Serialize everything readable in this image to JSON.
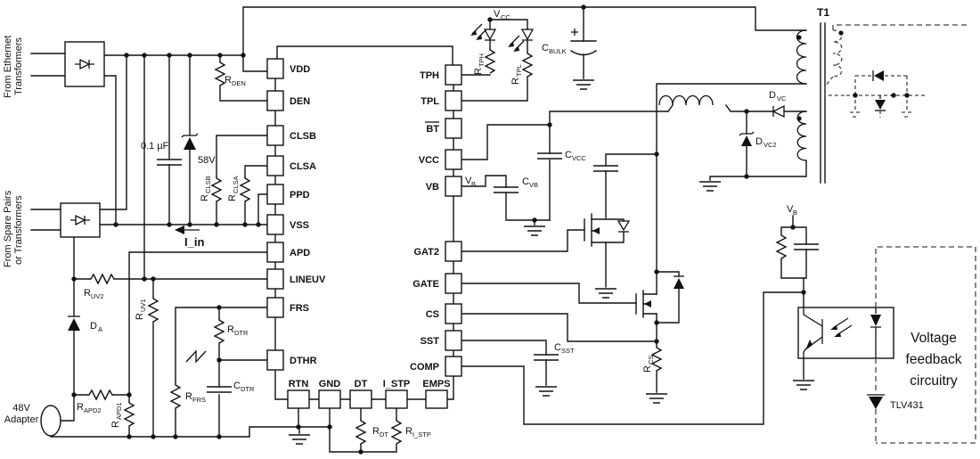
{
  "colors": {
    "ink": "#111111",
    "background": "#ffffff"
  },
  "ic": {
    "left_pins": [
      "VDD",
      "DEN",
      "CLSB",
      "CLSA",
      "PPD",
      "VSS",
      "APD",
      "LINEUV",
      "FRS",
      "DTHR"
    ],
    "right_pins": [
      "TPH",
      "TPL",
      "BT",
      "VCC",
      "VB",
      "GAT2",
      "GATE",
      "CS",
      "SST",
      "COMP"
    ],
    "bottom_pins": [
      "RTN",
      "GND",
      "DT",
      "I_STP",
      "EMPS"
    ]
  },
  "labels": {
    "from_ethernet_1": "From Ethernet",
    "from_ethernet_2": "Transformers",
    "from_spare_1": "From Spare Pairs",
    "from_spare_2": "or Transformers",
    "adapter_1": "48V",
    "adapter_2": "Adapter",
    "i_in": "I_in",
    "cap_input": "0.1 µF",
    "tvs": "58V",
    "t1": "T1",
    "tlv431": "TLV431",
    "feedback_1": "Voltage",
    "feedback_2": "feedback",
    "feedback_3": "circuitry",
    "r_den": {
      "pre": "R",
      "sub": "DEN"
    },
    "r_clsb": {
      "pre": "R",
      "sub": "CLSB"
    },
    "r_clsa": {
      "pre": "R",
      "sub": "CLSA"
    },
    "r_uv2": {
      "pre": "R",
      "sub": "UV2"
    },
    "r_uv1": {
      "pre": "R",
      "sub": "UV1"
    },
    "d_a": {
      "pre": "D",
      "sub": "A"
    },
    "r_apd2": {
      "pre": "R",
      "sub": "APD2"
    },
    "r_apd1": {
      "pre": "R",
      "sub": "APD1"
    },
    "r_dtr": {
      "pre": "R",
      "sub": "DTR"
    },
    "r_frs": {
      "pre": "R",
      "sub": "FRS"
    },
    "c_dtr": {
      "pre": "C",
      "sub": "DTR"
    },
    "r_dt": {
      "pre": "R",
      "sub": "DT"
    },
    "r_i_stp": {
      "pre": "R",
      "sub": "I_STP"
    },
    "v_cc": {
      "pre": "V",
      "sub": "CC"
    },
    "r_tph": {
      "pre": "R",
      "sub": "TPH"
    },
    "r_tpl": {
      "pre": "R",
      "sub": "TPL"
    },
    "c_bulk": {
      "pre": "C",
      "sub": "BULK"
    },
    "d_vc": {
      "pre": "D",
      "sub": "VC"
    },
    "d_vc2": {
      "pre": "D",
      "sub": "VC2"
    },
    "c_vcc": {
      "pre": "C",
      "sub": "VCC"
    },
    "c_vb": {
      "pre": "C",
      "sub": "VB"
    },
    "v_b": {
      "pre": "V",
      "sub": "B"
    },
    "c_sst": {
      "pre": "C",
      "sub": "SST"
    },
    "r_cs": {
      "pre": "R",
      "sub": "CS"
    }
  }
}
